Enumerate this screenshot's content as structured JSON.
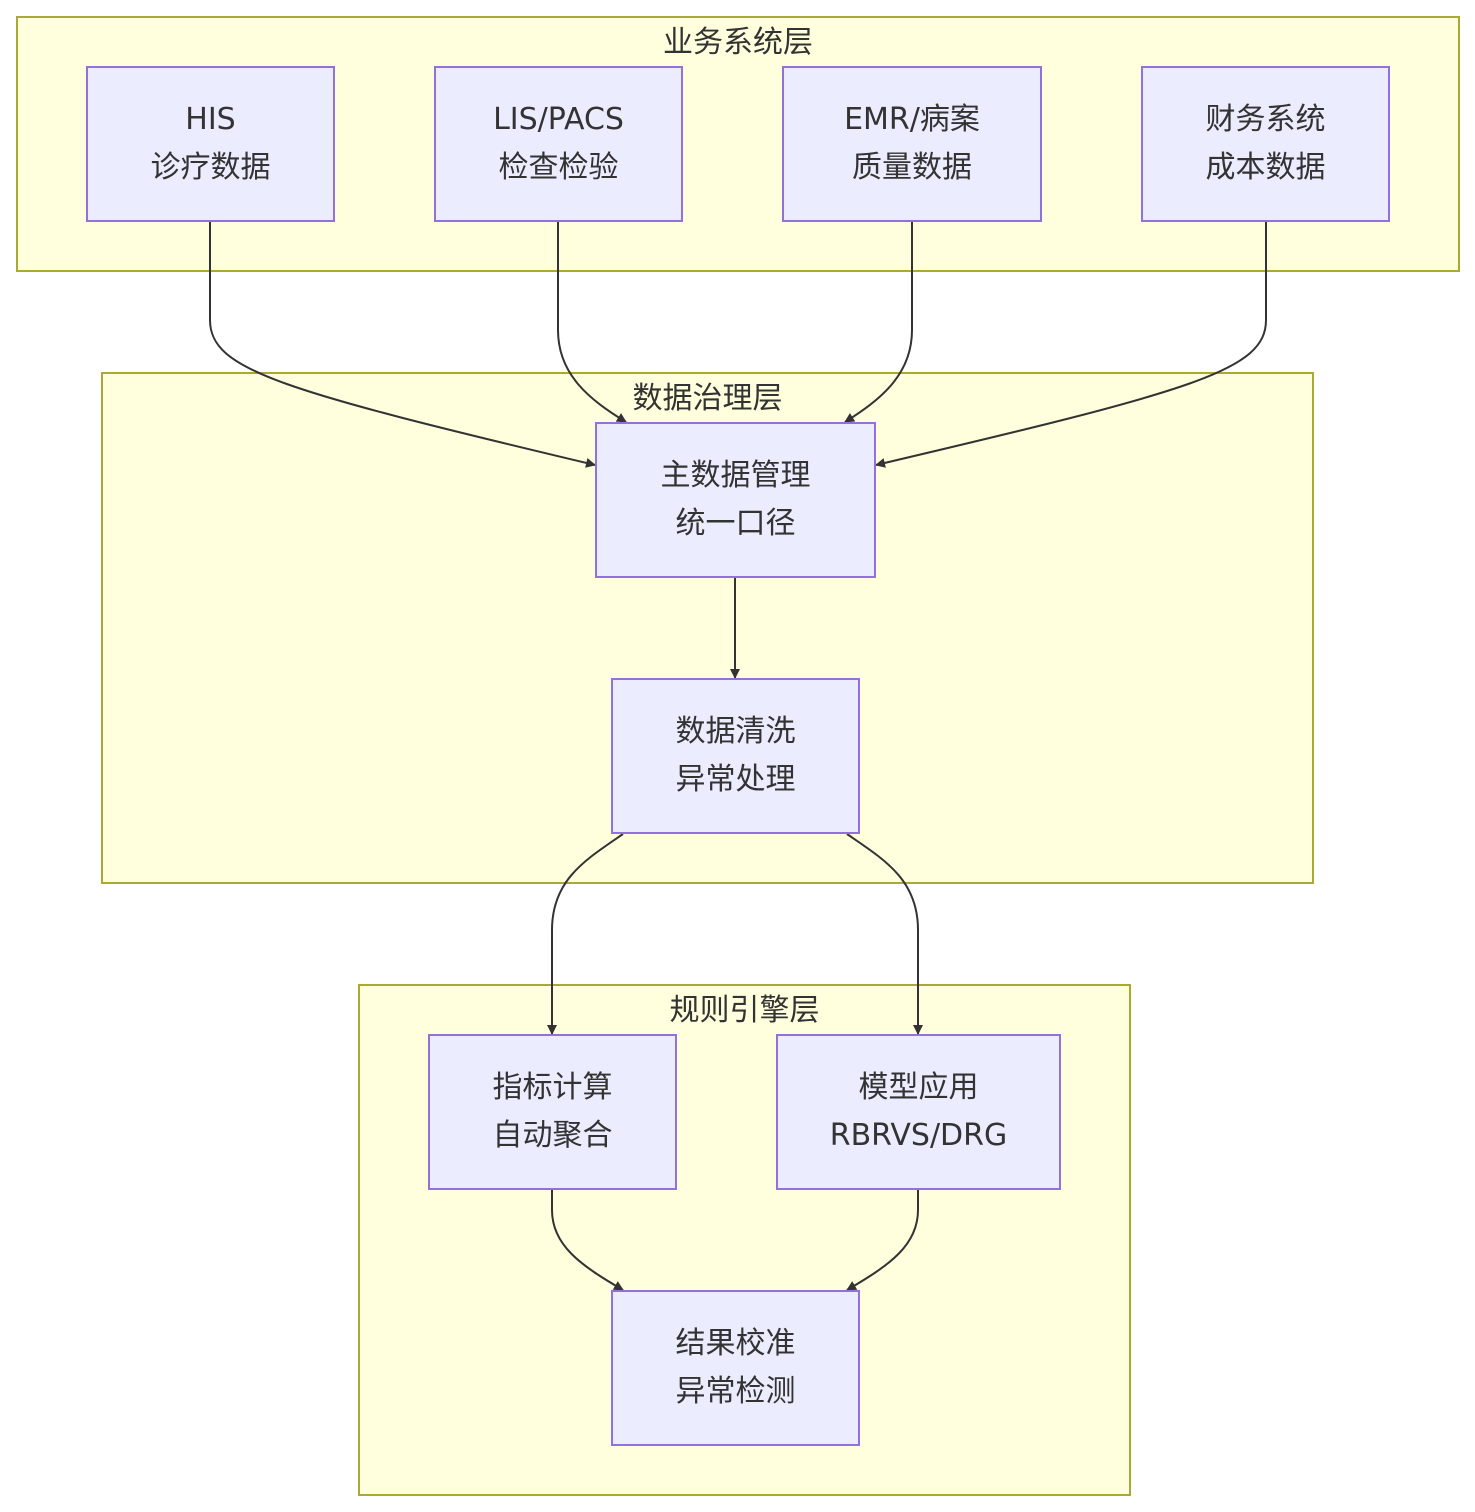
{
  "colors": {
    "layer_fill": "#ffffde",
    "layer_stroke": "#aaaa33",
    "node_fill": "#ececff",
    "node_stroke": "#9370db",
    "edge": "#333333",
    "text": "#333333"
  },
  "layers": {
    "business": {
      "title": "业务系统层"
    },
    "governance": {
      "title": "数据治理层"
    },
    "rules": {
      "title": "规则引擎层"
    }
  },
  "nodes": {
    "his": {
      "line1": "HIS",
      "line2": "诊疗数据"
    },
    "lis": {
      "line1": "LIS/PACS",
      "line2": "检查检验"
    },
    "emr": {
      "line1": "EMR/病案",
      "line2": "质量数据"
    },
    "fin": {
      "line1": "财务系统",
      "line2": "成本数据"
    },
    "mdm": {
      "line1": "主数据管理",
      "line2": "统一口径"
    },
    "clean": {
      "line1": "数据清洗",
      "line2": "异常处理"
    },
    "metric": {
      "line1": "指标计算",
      "line2": "自动聚合"
    },
    "model": {
      "line1": "模型应用",
      "line2": "RBRVS/DRG"
    },
    "result": {
      "line1": "结果校准",
      "line2": "异常检测"
    }
  },
  "edges": [
    {
      "from": "his",
      "to": "mdm"
    },
    {
      "from": "lis",
      "to": "mdm"
    },
    {
      "from": "emr",
      "to": "mdm"
    },
    {
      "from": "fin",
      "to": "mdm"
    },
    {
      "from": "mdm",
      "to": "clean"
    },
    {
      "from": "clean",
      "to": "metric"
    },
    {
      "from": "clean",
      "to": "model"
    },
    {
      "from": "metric",
      "to": "result"
    },
    {
      "from": "model",
      "to": "result"
    }
  ]
}
